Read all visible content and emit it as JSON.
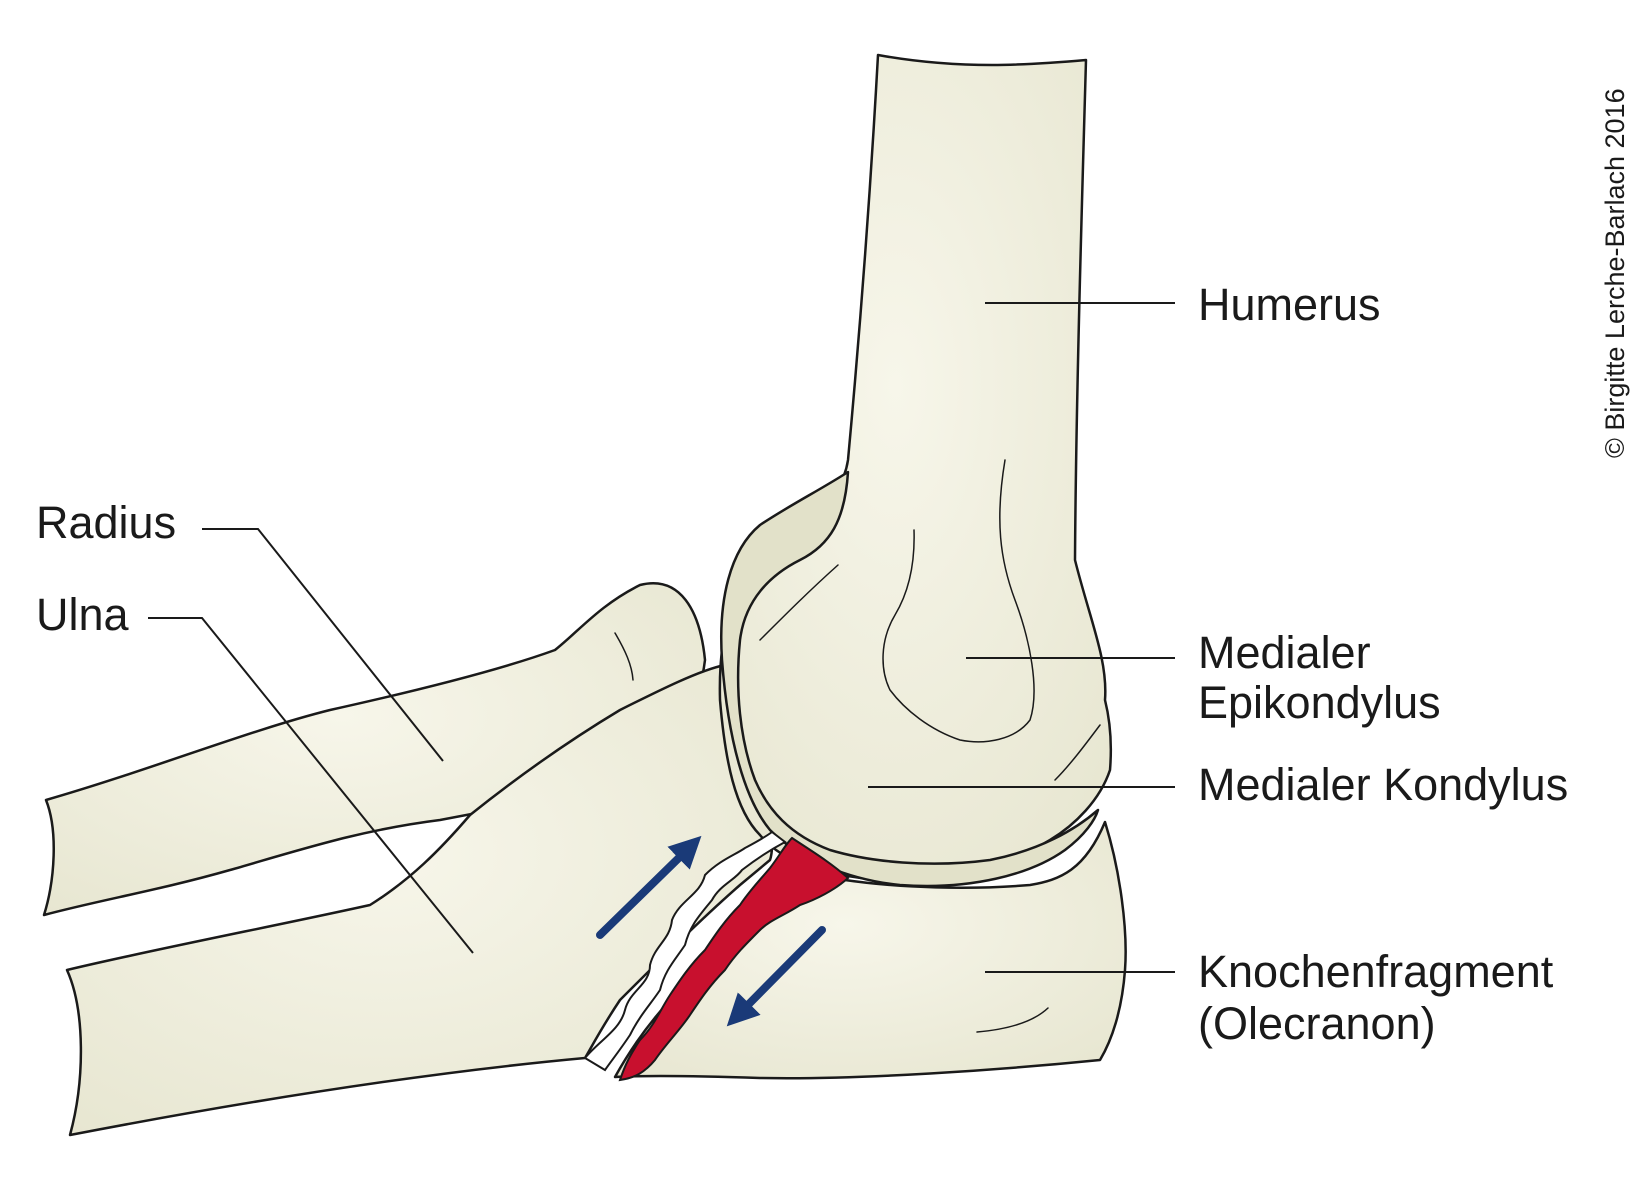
{
  "labels": {
    "humerus": "Humerus",
    "radius": "Radius",
    "ulna": "Ulna",
    "medial_epicondyle_line1": "Medialer",
    "medial_epicondyle_line2": "Epikondylus",
    "medial_condyle": "Medialer Kondylus",
    "fragment_line1": "Knochenfragment",
    "fragment_line2": "(Olecranon)"
  },
  "copyright": "© Birgitte Lerche-Barlach 2016",
  "colors": {
    "bone": "#ecebd9",
    "bone_shade": "#dcdcc2",
    "fracture": "#c8102e",
    "arrow": "#1a3a78",
    "line": "#1a1a1a"
  }
}
